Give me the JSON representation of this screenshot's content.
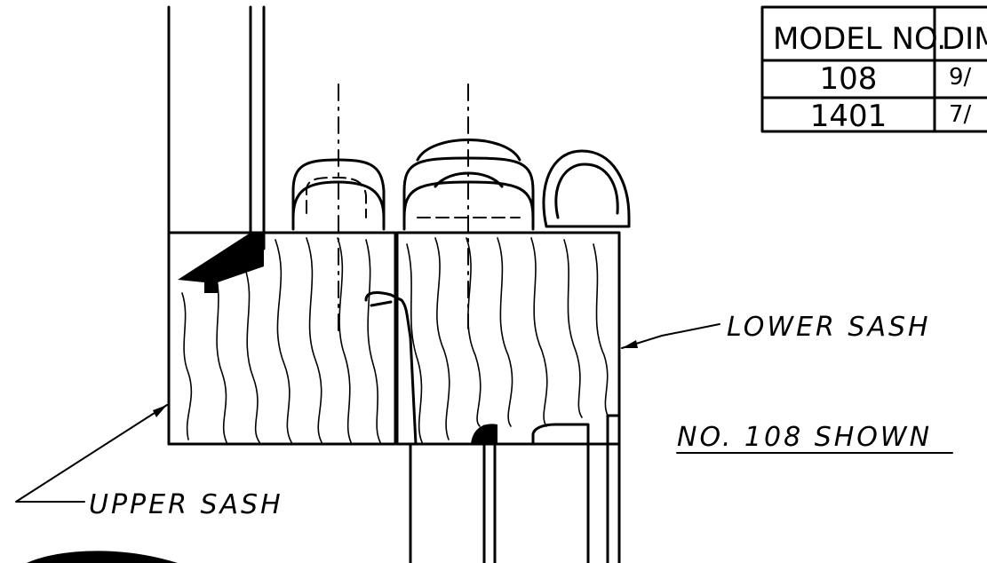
{
  "table": {
    "headers": [
      "MODEL NO.",
      "DIM"
    ],
    "rows": [
      {
        "model": "108",
        "dim": "9/"
      },
      {
        "model": "1401",
        "dim": "7/"
      }
    ]
  },
  "labels": {
    "lower_sash": "LOWER SASH",
    "upper_sash": "UPPER SASH",
    "model_shown": "NO. 108 SHOWN"
  }
}
